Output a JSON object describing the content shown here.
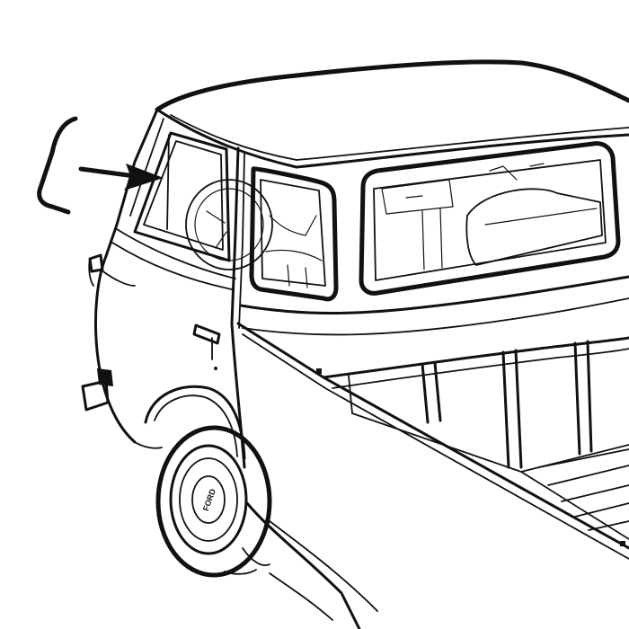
{
  "figure": {
    "type": "parts-illustration",
    "subject": "pickup-truck-cab-rear-quarter-window",
    "background": "#ffffff",
    "ink": "#111111"
  },
  "hub_badge": {
    "text": "FORD"
  },
  "callout": {
    "part_shape": "rear-quarter-window-seal",
    "pointer": "arrow"
  }
}
